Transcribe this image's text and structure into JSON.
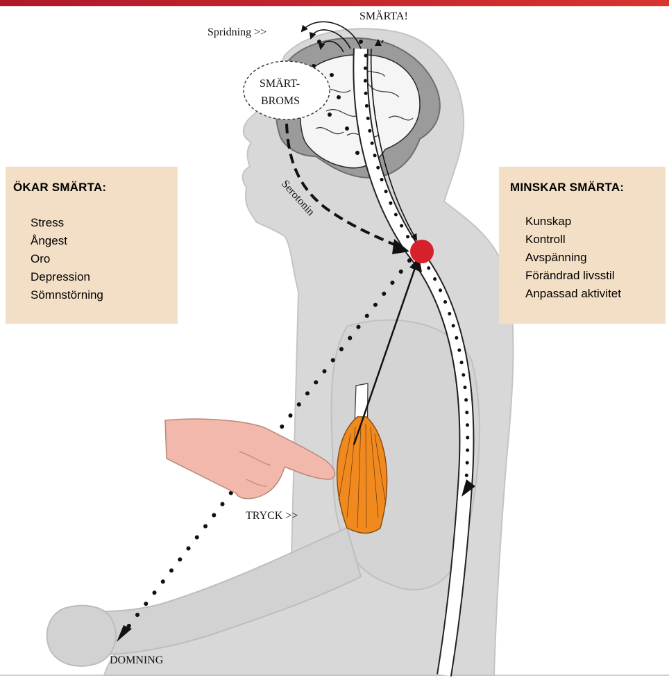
{
  "diagram": {
    "left_panel": {
      "title": "ÖKAR SMÄRTA:",
      "items": [
        "Stress",
        "Ångest",
        "Oro",
        "Depression",
        "Sömnstörning"
      ]
    },
    "right_panel": {
      "title": "MINSKAR SMÄRTA:",
      "items": [
        "Kunskap",
        "Kontroll",
        "Avspänning",
        "Förändrad livsstil",
        "Anpassad aktivitet"
      ]
    },
    "labels": {
      "pain": "SMÄRTA!",
      "spread": "Spridning >>",
      "pain_brake_line1": "SMÄRT-",
      "pain_brake_line2": "BROMS",
      "serotonin": "Serotonin",
      "pressure": "TRYCK >>",
      "numbness": "DOMNING"
    },
    "colors": {
      "top_bar": "#c8202a",
      "body_fill": "#d9d9d9",
      "panel_fill": "#f3dfc6",
      "muscle": "#f08a1f",
      "hand": "#f2b8ab",
      "node": "#d6202a"
    }
  }
}
